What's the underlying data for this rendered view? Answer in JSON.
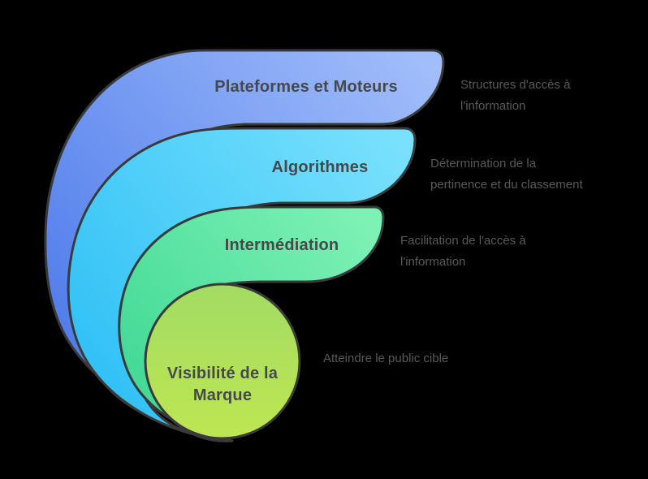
{
  "background": "#000000",
  "outline_color": "#3a3a3a",
  "title_color": "#47484a",
  "caption_color": "#58595a",
  "items": [
    {
      "id": "plateformes",
      "title_lines": [
        "Plateformes et Moteurs"
      ],
      "caption_lines": [
        "Structures d'accès à",
        "l'information"
      ],
      "gradient": [
        "#a2befa",
        "#4e7beb"
      ]
    },
    {
      "id": "algorithmes",
      "title_lines": [
        "Algorithmes"
      ],
      "caption_lines": [
        "Détermination de la",
        "pertinence et du classement"
      ],
      "gradient": [
        "#79e1fd",
        "#2fc0f5"
      ]
    },
    {
      "id": "intermediation",
      "title_lines": [
        "Intermédiation"
      ],
      "caption_lines": [
        "Facilitation de l'accès à",
        "l'information"
      ],
      "gradient": [
        "#7ef2b5",
        "#3ed794"
      ]
    },
    {
      "id": "visibilite",
      "title_lines": [
        "Visibilité de la",
        "Marque"
      ],
      "caption_lines": [
        "Atteindre le public cible"
      ],
      "gradient": [
        "#a3db64",
        "#bde751"
      ]
    }
  ]
}
